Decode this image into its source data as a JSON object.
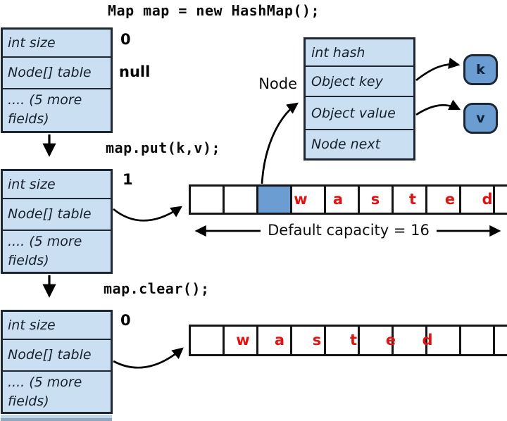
{
  "title": "Map map = new HashMap();",
  "map_box": {
    "field_size": "int size",
    "field_table": "Node[] table",
    "field_more": ".... (5 more fields)"
  },
  "states": [
    {
      "size": "0",
      "table": "null"
    },
    {
      "size": "1"
    },
    {
      "size": "0"
    }
  ],
  "transitions": {
    "put": "map.put(k,v);",
    "clear": "map.clear();"
  },
  "node": {
    "label": "Node",
    "fields": [
      "int hash",
      "Object key",
      "Object value",
      "Node next"
    ]
  },
  "key_ref": "k",
  "value_ref": "v",
  "capacity_label": "Default capacity = 16",
  "wasted_letters": [
    "w",
    "a",
    "s",
    "t",
    "e",
    "d"
  ],
  "arrays": {
    "cell_count_visible": 10,
    "capacity": 16,
    "highlighted_bucket_index": 2
  },
  "colors": {
    "box_fill": "#cbdff3",
    "accent_blue": "#6b9dd2",
    "wasted_red": "#e01212",
    "border": "#1c2733"
  }
}
